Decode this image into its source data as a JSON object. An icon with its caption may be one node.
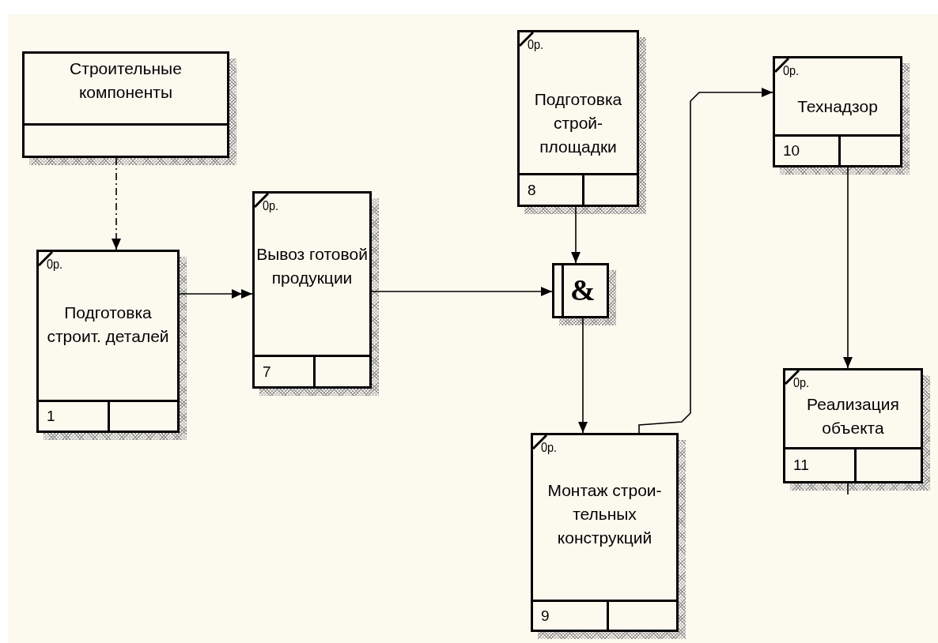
{
  "diagram": {
    "nodes": [
      {
        "text": [
          "Строительные компоненты"
        ]
      },
      {
        "text": [
          "0р.",
          "Подготовка строит. деталей",
          "1"
        ]
      },
      {
        "text": [
          "0р.",
          "Вывоз готовой продукции",
          "7"
        ]
      },
      {
        "text": [
          "0р.",
          "Подготовка строй- площадки",
          "8"
        ]
      },
      {
        "text": [
          "&"
        ]
      },
      {
        "text": [
          "0р.",
          "Монтаж строи- тельных конструкций",
          "9"
        ]
      },
      {
        "text": [
          "0р.",
          "Технадзор",
          "10"
        ]
      },
      {
        "text": [
          "0р.",
          "Реализация объекта",
          "11"
        ]
      }
    ],
    "edges": [
      {
        "from": 0,
        "to": 1,
        "arrow": "to",
        "style": "dashed"
      },
      {
        "from": 1,
        "to": 2,
        "arrow": "to"
      },
      {
        "from": 2,
        "to": 4,
        "arrow": "to"
      },
      {
        "from": 3,
        "to": 4,
        "arrow": "to"
      },
      {
        "from": 4,
        "to": 5,
        "arrow": "to"
      },
      {
        "from": 5,
        "to": 6,
        "arrow": "to"
      },
      {
        "from": 6,
        "to": 7,
        "arrow": "to"
      },
      {
        "from": 7,
        "to": null,
        "arrow": "none"
      }
    ]
  }
}
